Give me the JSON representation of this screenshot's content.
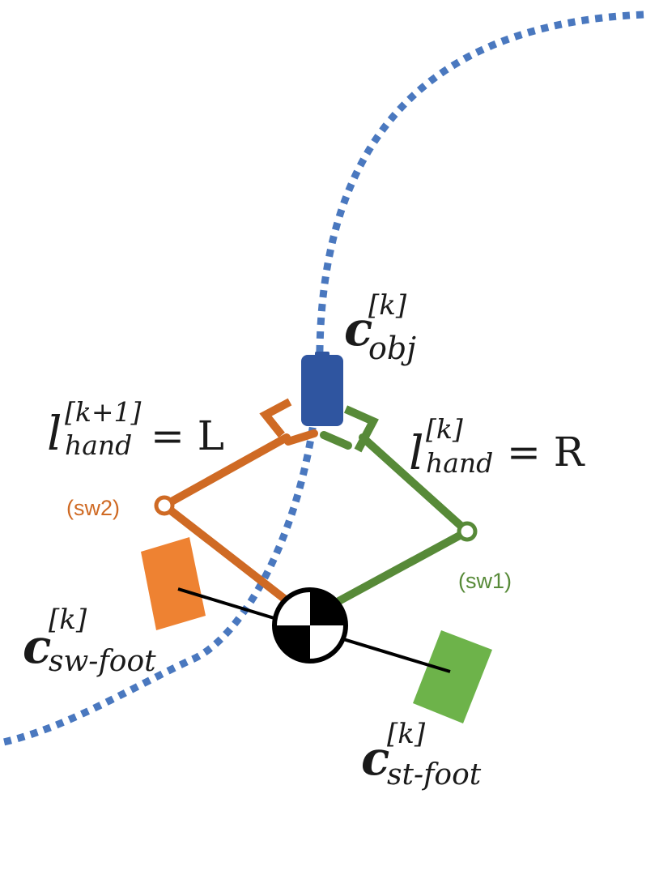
{
  "colors": {
    "circle": "#4a78bf",
    "object": "#2f55a0",
    "left_arm": "#cf6a24",
    "right_arm": "#578a38",
    "sw_foot": "#ee8232",
    "st_foot": "#6db34a",
    "axis": "#000000"
  },
  "labels": {
    "obj": {
      "sym": "c",
      "sup": "[k]",
      "sub": "obj"
    },
    "left_hand": {
      "sym": "l",
      "sup": "[k+1]",
      "sub": "hand",
      "rhs": "= L"
    },
    "right_hand": {
      "sym": "l",
      "sup": "[k]",
      "sub": "hand",
      "rhs": "= R"
    },
    "sw_foot": {
      "sym": "c",
      "sup": "[k]",
      "sub": "sw-foot"
    },
    "st_foot": {
      "sym": "c",
      "sup": "[k]",
      "sub": "st-foot"
    },
    "sw1": "(sw1)",
    "sw2": "(sw2)"
  },
  "icons": {
    "com": "center-of-mass-icon"
  }
}
